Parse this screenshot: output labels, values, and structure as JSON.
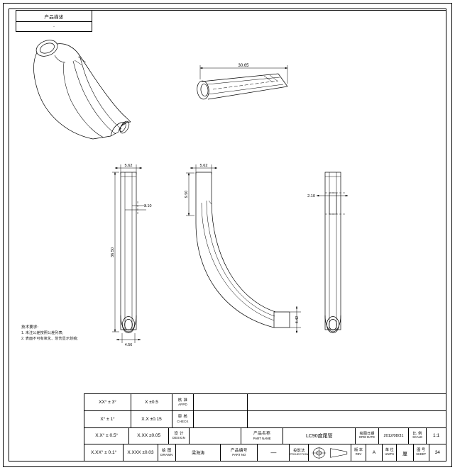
{
  "sheet": {
    "description_block": {
      "title": "产品描述",
      "value": "-"
    }
  },
  "views": {
    "isometric": {
      "name": "isometric-view"
    },
    "top": {
      "name": "top-view",
      "dim_length": "30.65"
    },
    "front_left": {
      "name": "front-left-view",
      "dim_width": "5.62",
      "dim_height": "36.50",
      "dim_inner": "3.10",
      "dim_bottom": "4.56"
    },
    "front_middle": {
      "name": "front-middle-view",
      "dim_width": "5.62",
      "dim_height": "9.50",
      "dim_end": "4.42"
    },
    "right": {
      "name": "right-view",
      "dim_width": "2.10"
    }
  },
  "notes": {
    "heading": "技术要求:",
    "lines": [
      "1. 未注公差按照公差列表;",
      "2. 表面不可有氧化、划伤显示划痕;"
    ]
  },
  "title_block": {
    "tolerances": [
      {
        "angular": "XX° ± 3°",
        "linear": "X ±0.5"
      },
      {
        "angular": "X° ± 1°",
        "linear": "X.X ±0.15"
      },
      {
        "angular": "X.X° ± 0.5°",
        "linear": "X.XX ±0.05"
      },
      {
        "angular": "X.XX° ± 0.1°",
        "linear": "X.XXX ±0.03"
      }
    ],
    "approvals": [
      {
        "cn": "核 准",
        "en": "APPD",
        "value": ""
      },
      {
        "cn": "审 核",
        "en": "CHECK",
        "value": ""
      },
      {
        "cn": "设 计",
        "en": "DESIGN",
        "value": ""
      },
      {
        "cn": "绘 图",
        "en": "DRAWN",
        "value": "梁海涛"
      }
    ],
    "part_name": {
      "cn": "产品名称",
      "en": "PART NAME",
      "value": "LC90度尾管"
    },
    "part_no": {
      "cn": "产品编号",
      "en": "PART NO",
      "value": "—"
    },
    "draw_date": {
      "cn": "绘图日期",
      "en": "DRW DATE",
      "value": "2012/08/31"
    },
    "scale": {
      "cn": "比 例",
      "en": "SCALE",
      "value": "1:1"
    },
    "projection": {
      "cn": "投影法",
      "en": "PROJECTION"
    },
    "revision": {
      "cn": "版 本",
      "en": "REV",
      "value": "A"
    },
    "units": {
      "cn": "单 位",
      "en": "UNITS",
      "value": "厘"
    },
    "sheet_no": {
      "cn": "图 号",
      "en": "SHEET",
      "value": "34"
    }
  },
  "colors": {
    "line": "#000000",
    "thin": "#444444",
    "paper": "#ffffff"
  }
}
